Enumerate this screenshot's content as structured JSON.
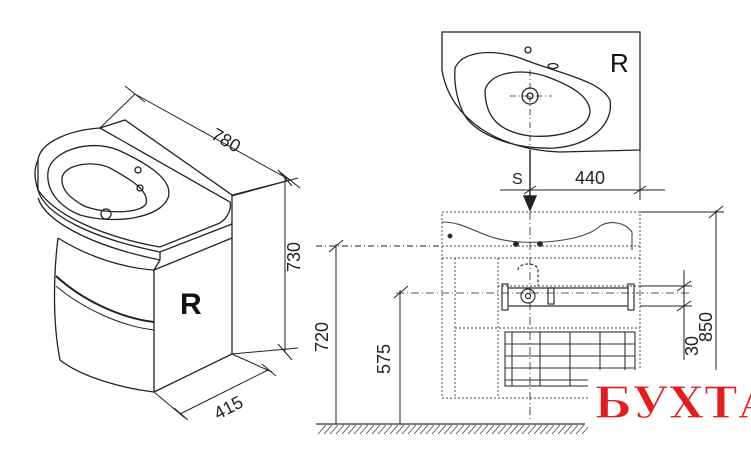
{
  "drawing": {
    "side_marker": "R",
    "plan_marker": "R",
    "dimensions": {
      "width": "780",
      "height_cabinet": "730",
      "depth": "415",
      "plan_width": "440",
      "plan_offset": "S",
      "overall_height": "850",
      "floor_to_top": "720",
      "floor_to_mid": "575",
      "small": "30"
    }
  },
  "watermark": {
    "text": "БУХТА"
  },
  "colors": {
    "line": "#222222",
    "hatch": "#555555",
    "brand": "#e41c1c",
    "inner": "#6a6a6a"
  }
}
